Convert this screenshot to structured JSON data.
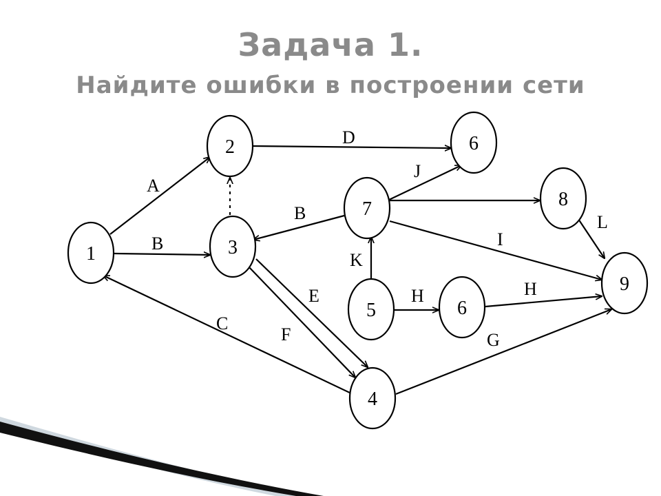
{
  "title": "Задача 1.",
  "subtitle": "Найдите ошибки в построении сети",
  "nodes": [
    {
      "id": "n1",
      "label": "1"
    },
    {
      "id": "n2",
      "label": "2"
    },
    {
      "id": "n3",
      "label": "3"
    },
    {
      "id": "n4",
      "label": "4"
    },
    {
      "id": "n5",
      "label": "5"
    },
    {
      "id": "n6a",
      "label": "6"
    },
    {
      "id": "n6b",
      "label": "6"
    },
    {
      "id": "n7",
      "label": "7"
    },
    {
      "id": "n8",
      "label": "8"
    },
    {
      "id": "n9",
      "label": "9"
    }
  ],
  "edges": [
    {
      "id": "A",
      "label": "A",
      "from": "n1",
      "to": "n2"
    },
    {
      "id": "B1",
      "label": "B",
      "from": "n1",
      "to": "n3"
    },
    {
      "id": "C",
      "label": "C",
      "from": "n4",
      "to": "n1"
    },
    {
      "id": "dummy",
      "label": "",
      "from": "n3",
      "to": "n2",
      "style": "dashed"
    },
    {
      "id": "D",
      "label": "D",
      "from": "n2",
      "to": "n6a"
    },
    {
      "id": "J",
      "label": "J",
      "from": "n7",
      "to": "n6a"
    },
    {
      "id": "B2",
      "label": "B",
      "from": "n7",
      "to": "n3"
    },
    {
      "id": "E",
      "label": "E",
      "from": "n3",
      "to": "n4"
    },
    {
      "id": "F",
      "label": "F",
      "from": "n3",
      "to": "n4"
    },
    {
      "id": "K",
      "label": "K",
      "from": "n5",
      "to": "n7"
    },
    {
      "id": "H1",
      "label": "H",
      "from": "n5",
      "to": "n6b"
    },
    {
      "id": "H2",
      "label": "H",
      "from": "n6b",
      "to": "n9"
    },
    {
      "id": "G",
      "label": "G",
      "from": "n4",
      "to": "n9"
    },
    {
      "id": "I",
      "label": "I",
      "from": "n7",
      "to": "n9"
    },
    {
      "id": "L",
      "label": "L",
      "from": "n8",
      "to": "n9"
    },
    {
      "id": "n7to8",
      "label": "",
      "from": "n7",
      "to": "n8"
    }
  ],
  "colors": {
    "title": "#8a8a8a",
    "line": "#000000",
    "decor_dark": "#111111",
    "decor_light": "#cfd8df"
  }
}
